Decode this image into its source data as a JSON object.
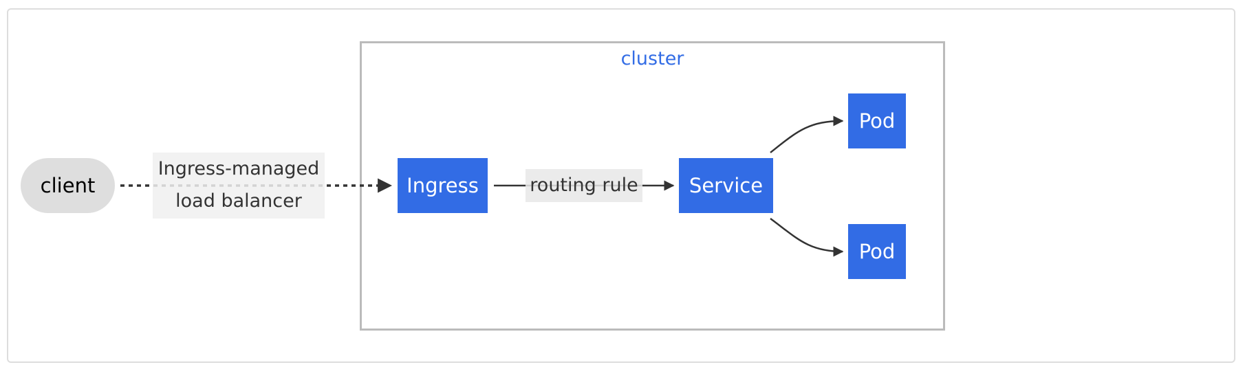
{
  "cluster": {
    "label": "cluster"
  },
  "nodes": {
    "client": "client",
    "ingress": "Ingress",
    "service": "Service",
    "pod_1": "Pod",
    "pod_2": "Pod"
  },
  "edges": {
    "client_to_ingress": {
      "label_line_1": "Ingress-managed",
      "label_line_2": "load balancer",
      "style": "dotted"
    },
    "ingress_to_service": {
      "label": "routing rule",
      "style": "solid"
    },
    "service_to_pod_1": {
      "style": "solid"
    },
    "service_to_pod_2": {
      "style": "solid"
    }
  },
  "colors": {
    "k8s_blue": "#326ce5",
    "client_fill": "#dedede",
    "cluster_border": "#bbbbbb",
    "edge": "#333333"
  }
}
